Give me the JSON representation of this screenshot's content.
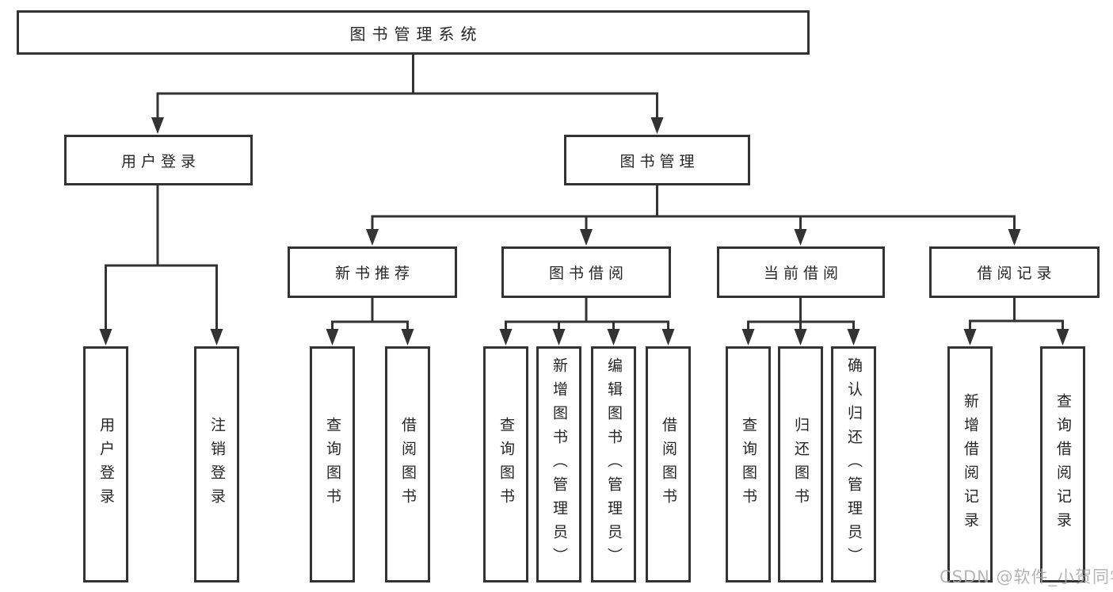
{
  "diagram": {
    "root": {
      "label": "图书管理系统"
    },
    "level2": [
      {
        "label": "用户登录",
        "parent": "图书管理系统"
      },
      {
        "label": "图书管理",
        "parent": "图书管理系统"
      }
    ],
    "level3": [
      {
        "label": "新书推荐",
        "parent": "图书管理"
      },
      {
        "label": "图书借阅",
        "parent": "图书管理"
      },
      {
        "label": "当前借阅",
        "parent": "图书管理"
      },
      {
        "label": "借阅记录",
        "parent": "图书管理"
      }
    ],
    "leaves": [
      {
        "label": "用户登录",
        "parent": "用户登录"
      },
      {
        "label": "注销登录",
        "parent": "用户登录"
      },
      {
        "label": "查询图书",
        "parent": "新书推荐"
      },
      {
        "label": "借阅图书",
        "parent": "新书推荐"
      },
      {
        "label": "查询图书",
        "parent": "图书借阅"
      },
      {
        "label": "新增图书（管理员）",
        "parent": "图书借阅"
      },
      {
        "label": "编辑图书（管理员）",
        "parent": "图书借阅"
      },
      {
        "label": "借阅图书",
        "parent": "图书借阅"
      },
      {
        "label": "查询图书",
        "parent": "当前借阅"
      },
      {
        "label": "归还图书",
        "parent": "当前借阅"
      },
      {
        "label": "确认归还（管理员）",
        "parent": "当前借阅"
      },
      {
        "label": "新增借阅记录",
        "parent": "借阅记录"
      },
      {
        "label": "查询借阅记录",
        "parent": "借阅记录"
      }
    ]
  },
  "watermark": {
    "text": "CSDN @软件_小贺同学"
  },
  "colors": {
    "line": "#333333",
    "box_border": "#333333",
    "box_background": "#ffffff",
    "text": "#262626",
    "watermark": "#a8a8a8",
    "background": "#ffffff"
  }
}
